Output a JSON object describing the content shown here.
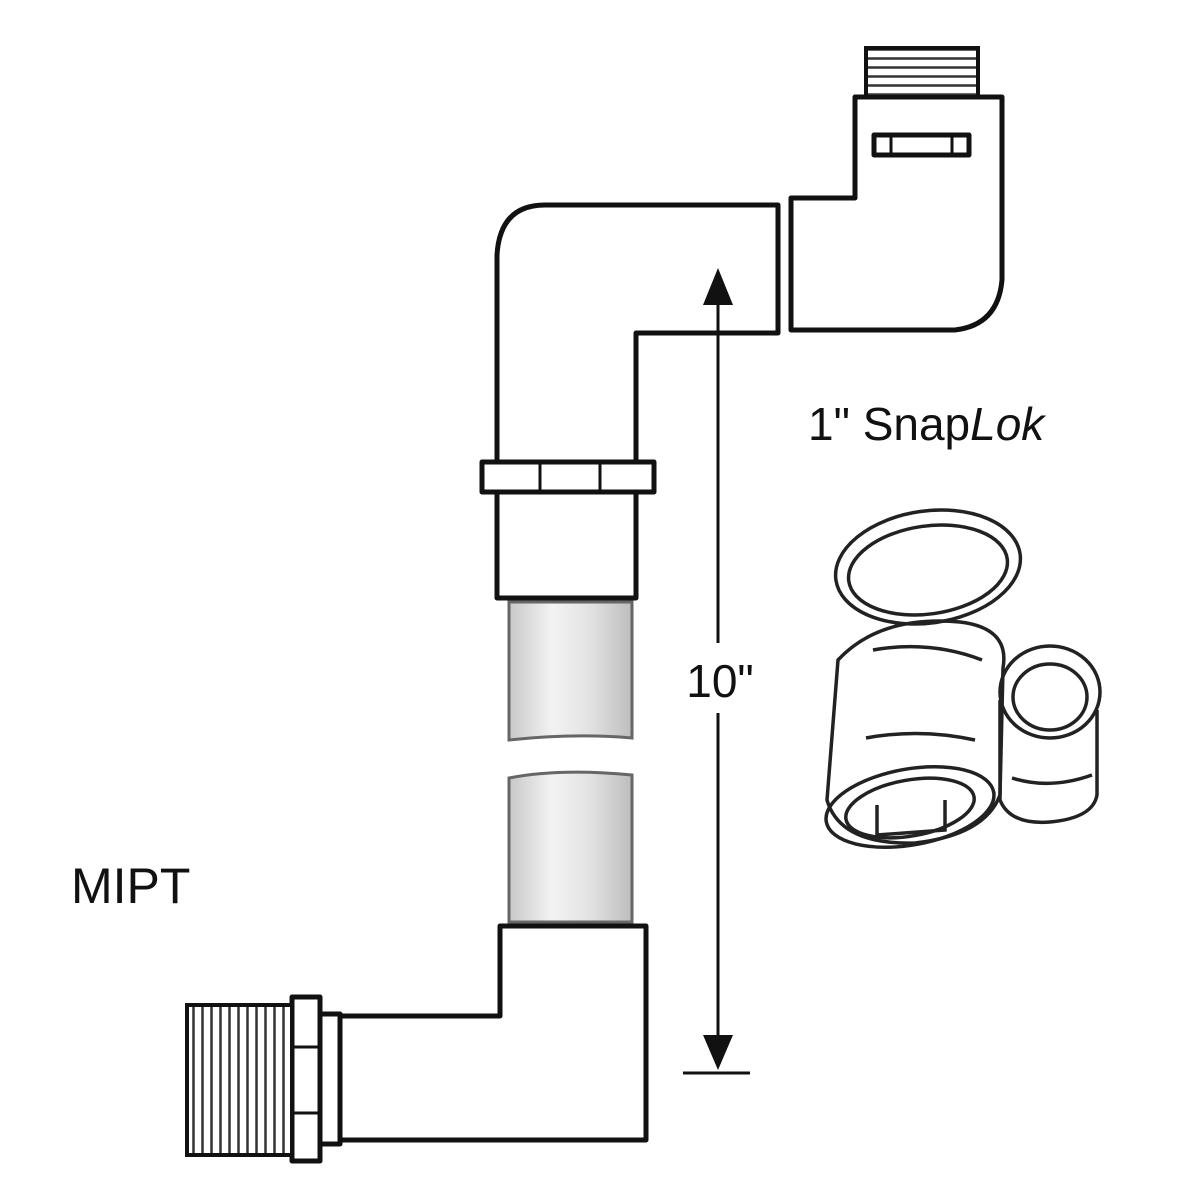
{
  "labels": {
    "dimension": "10\"",
    "fitting_name_prefix": "1\" Snap",
    "fitting_name_italic": "Lok",
    "thread_type": "MIPT"
  },
  "colors": {
    "line": "#111111",
    "pipe_fill": "#d6d6d6",
    "pipe_highlight": "#f2f2f2",
    "background": "#ffffff"
  }
}
